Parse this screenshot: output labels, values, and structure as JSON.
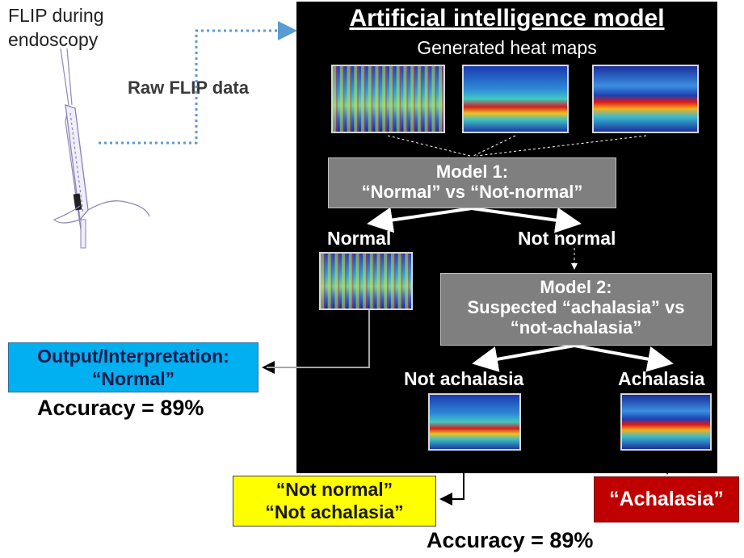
{
  "source": {
    "line1": "FLIP during",
    "line2": "endoscopy"
  },
  "raw_data_label": "Raw FLIP data",
  "panel": {
    "title": "Artificial intelligence model",
    "subtitle": "Generated heat maps"
  },
  "model1": {
    "line1": "Model 1:",
    "line2": "“Normal” vs “Not-normal”"
  },
  "branch1": {
    "left": "Normal",
    "right": "Not normal"
  },
  "model2": {
    "line1": "Model 2:",
    "line2": "Suspected “achalasia” vs",
    "line3": "“not-achalasia”"
  },
  "branch2": {
    "left": "Not achalasia",
    "right": "Achalasia"
  },
  "output_normal": {
    "line1": "Output/Interpretation:",
    "line2": "“Normal”",
    "accuracy": "Accuracy = 89%",
    "color": "#00b0f0"
  },
  "output_not_normal": {
    "line1": "“Not normal”",
    "line2": "“Not achalasia”",
    "color": "#ffff00"
  },
  "output_achalasia": {
    "label": "“Achalasia”",
    "color": "#c00000"
  },
  "accuracy_bottom": "Accuracy = 89%",
  "colors": {
    "panel": "#000000",
    "model_box": "#7f7f7f",
    "dotted_arrow": "#5b9bd5"
  }
}
